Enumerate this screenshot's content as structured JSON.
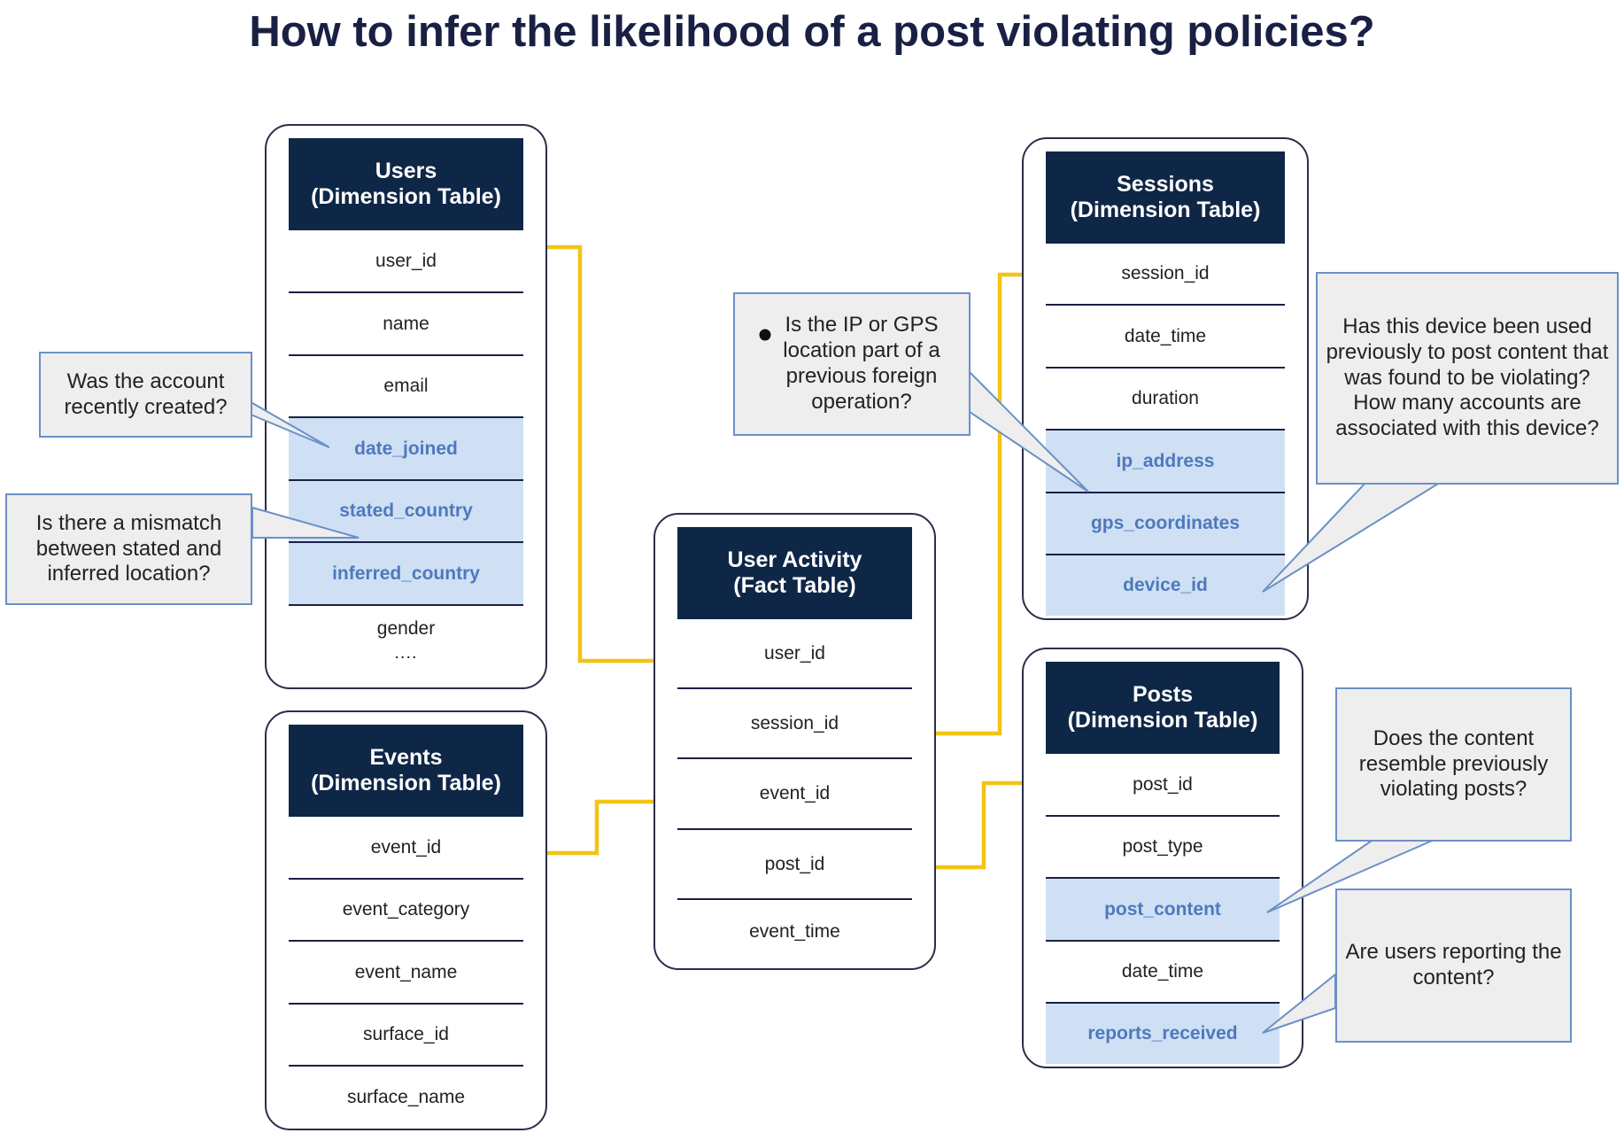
{
  "title": "How to infer the likelihood of a post violating policies?",
  "tables": {
    "users": {
      "title": "Users",
      "subtitle": "(Dimension Table)",
      "fields": [
        "user_id",
        "name",
        "email",
        "date_joined",
        "stated_country",
        "inferred_country",
        "gender"
      ],
      "more": "...."
    },
    "events": {
      "title": "Events",
      "subtitle": "(Dimension Table)",
      "fields": [
        "event_id",
        "event_category",
        "event_name",
        "surface_id",
        "surface_name"
      ]
    },
    "user_activity": {
      "title": "User Activity",
      "subtitle": "(Fact Table)",
      "fields": [
        "user_id",
        "session_id",
        "event_id",
        "post_id",
        "event_time"
      ]
    },
    "sessions": {
      "title": "Sessions",
      "subtitle": "(Dimension Table)",
      "fields": [
        "session_id",
        "date_time",
        "duration",
        "ip_address",
        "gps_coordinates",
        "device_id"
      ]
    },
    "posts": {
      "title": "Posts",
      "subtitle": "(Dimension Table)",
      "fields": [
        "post_id",
        "post_type",
        "post_content",
        "date_time",
        "reports_received"
      ]
    }
  },
  "callouts": {
    "account_created": "Was the account recently created?",
    "location_mismatch": "Is there a mismatch between stated and inferred location?",
    "ip_gps": "Is the IP or GPS location part of a previous foreign operation?",
    "device": "Has this device been used previously to post content that was found to be violating? How many accounts are associated with this device?",
    "content": "Does the content resemble previously violating posts?",
    "reports": "Are users reporting the content?"
  },
  "colors": {
    "header": "#0f2747",
    "highlight_fill": "#cfe0f4",
    "highlight_text": "#4e79bc",
    "connector": "#f2c414",
    "callout_fill": "#eeeeee",
    "callout_border": "#6b90c7"
  }
}
